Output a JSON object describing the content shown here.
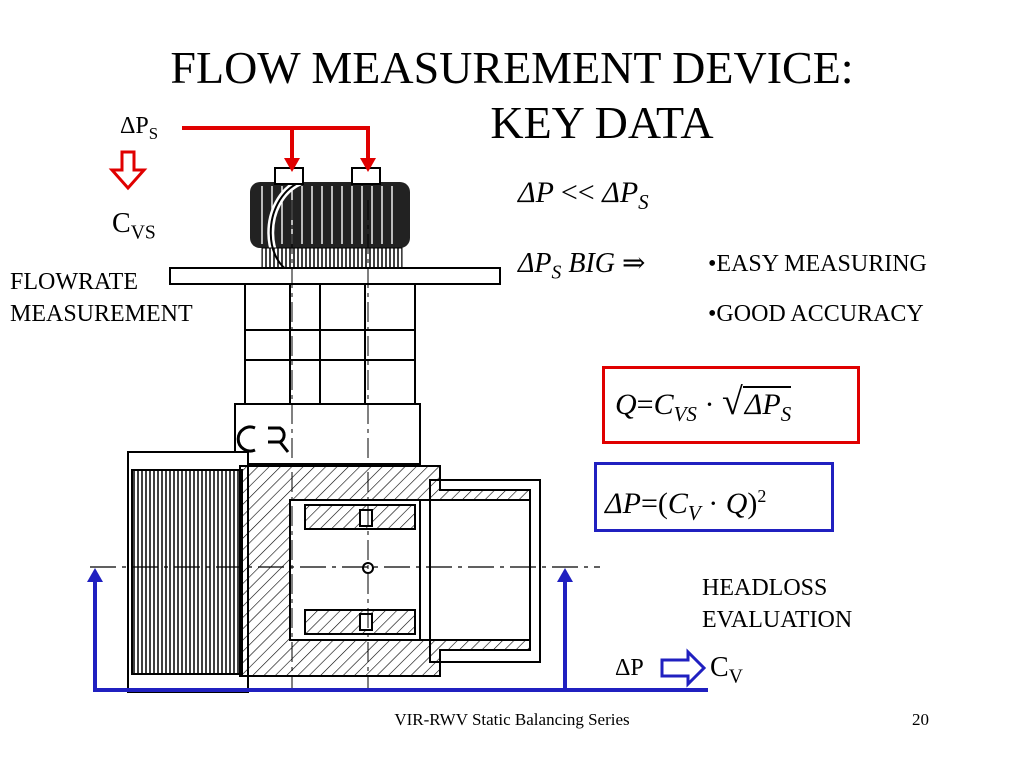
{
  "slide": {
    "title_line1": "FLOW MEASUREMENT DEVICE:",
    "title_line2": "KEY DATA",
    "dps_label": "ΔP",
    "dps_sub": "S",
    "cvs_label": "C",
    "cvs_sub": "VS",
    "flowrate_line1": "FLOWRATE",
    "flowrate_line2": "MEASUREMENT",
    "eq1_left": "ΔP",
    "eq1_op": "<<",
    "eq1_right": "ΔP",
    "eq1_right_sub": "S",
    "eq2_left": "ΔP",
    "eq2_sub": "S",
    "eq2_word": "BIG",
    "eq2_arrow": "⇒",
    "bullet1": "•EASY MEASURING",
    "bullet2": "•GOOD ACCURACY",
    "formula1": {
      "q": "Q",
      "eq": "=",
      "c": "C",
      "c_sub": "VS",
      "dot": "·",
      "dp": "ΔP",
      "dp_sub": "S"
    },
    "formula2": {
      "dp": "ΔP",
      "eq": "=",
      "open": "(",
      "c": "C",
      "c_sub": "V",
      "dot": "·",
      "q": "Q",
      "close": ")",
      "exp": "2"
    },
    "headloss_line1": "HEADLOSS",
    "headloss_line2": "EVALUATION",
    "bottom_dp": "ΔP",
    "bottom_cv": "C",
    "bottom_cv_sub": "V",
    "footer": "VIR-RWV Static Balancing Series",
    "page_number": "20"
  },
  "colors": {
    "red_accent": "#e00000",
    "blue_accent": "#2020c0",
    "text": "#000000"
  }
}
